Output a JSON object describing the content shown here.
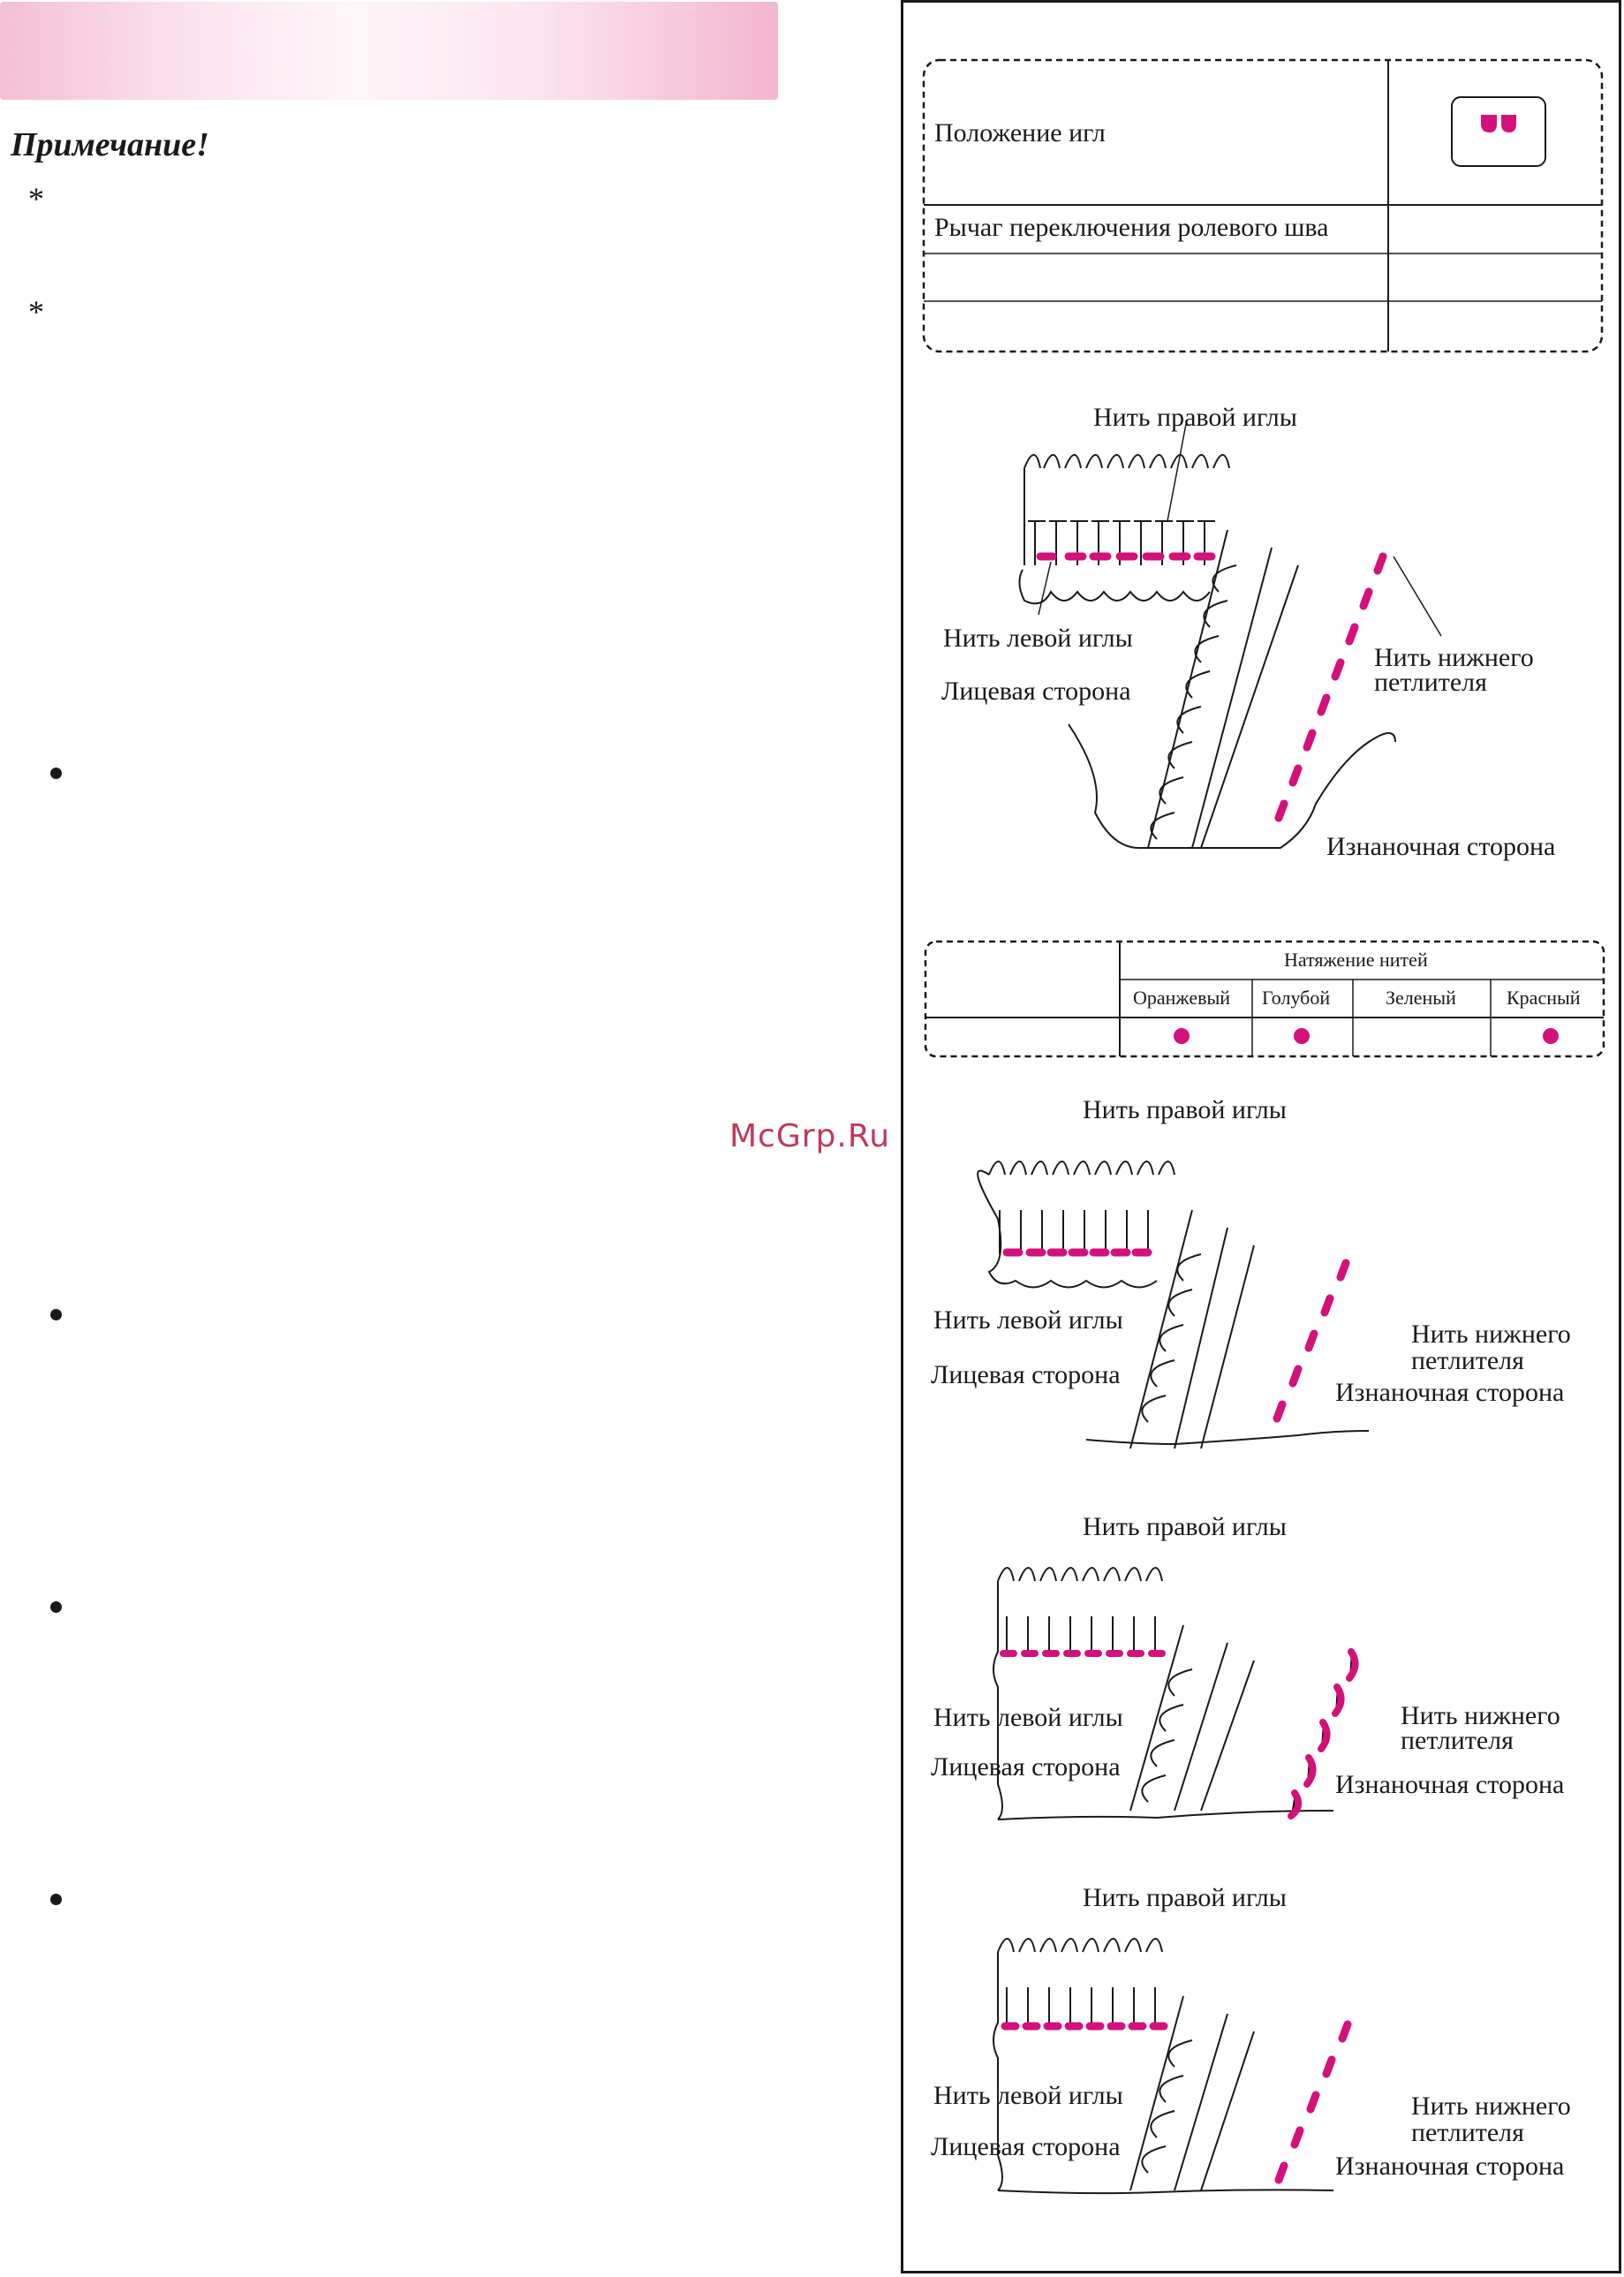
{
  "notes": {
    "title": "Примечание!",
    "asterisk": "*"
  },
  "watermark": "McGrp.Ru",
  "settings_table": {
    "rows": [
      {
        "label": "Положение игл",
        "value": ""
      },
      {
        "label": "Рычаг переключения ролевого шва",
        "value": ""
      },
      {
        "label": "",
        "value": ""
      },
      {
        "label": "",
        "value": ""
      }
    ]
  },
  "tension_table": {
    "header": "Натяжение нитей",
    "columns": [
      "Оранжевый",
      "Голубой",
      "Зеленый",
      "Красный"
    ],
    "marks": [
      true,
      true,
      false,
      true
    ]
  },
  "diagram_labels": {
    "right_needle": "Нить правой иглы",
    "left_needle": "Нить левой иглы",
    "face_side": "Лицевая сторона",
    "lower_looper_1": "Нить нижнего",
    "lower_looper_2": "петлителя",
    "back_side": "Изнаночная сторона"
  },
  "colors": {
    "accent": "#d4107a",
    "banner": "#f4bfd6"
  }
}
